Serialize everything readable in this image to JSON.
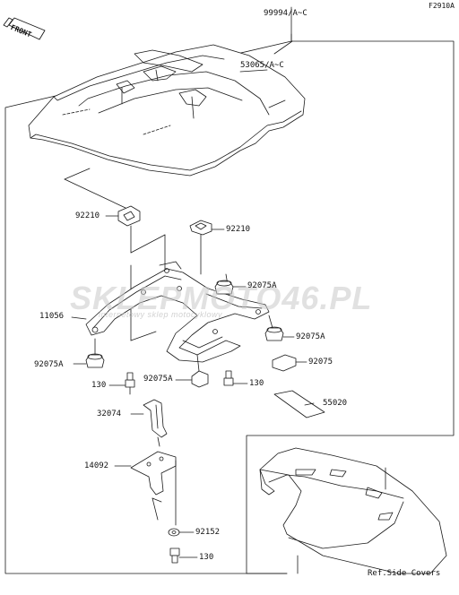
{
  "figure_code": "F2910A",
  "front_label": "FRONT",
  "watermark": {
    "site": "SKLEPMOTO46.PL",
    "tagline": "internetowy sklep motocyklowy"
  },
  "parts": {
    "p99994": "99994/A~C",
    "p53065": "53065/A~C",
    "p92210_left": "92210",
    "p92210_right": "92210",
    "p92075A_a": "92075A",
    "p11056": "11056",
    "p92075A_b": "92075A",
    "p92075A_left": "92075A",
    "p92075": "92075",
    "p92075A_c": "92075A",
    "p130_left": "130",
    "p130_right": "130",
    "p55020": "55020",
    "p32074": "32074",
    "p14092": "14092",
    "p92152": "92152",
    "p130_bottom": "130",
    "ref_side_covers": "Ref.Side Covers"
  },
  "colors": {
    "line": "#1a1a1a",
    "watermark_red": "#e03030"
  }
}
